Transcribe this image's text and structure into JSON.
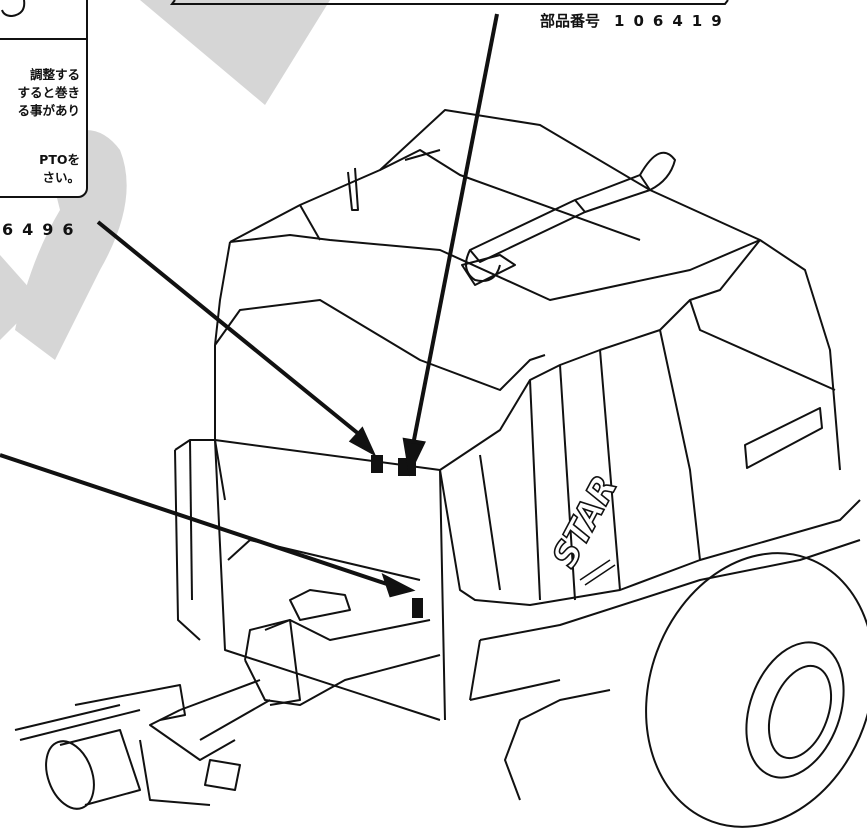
{
  "warning_label": {
    "lines": [
      "調整する",
      "すると巻き",
      "る事があり",
      "PTOを",
      "さい。"
    ]
  },
  "part_number_right": {
    "label": "部品番号",
    "number": "106419"
  },
  "part_number_left": {
    "number": "6496"
  },
  "machine": {
    "brand": "STAR"
  }
}
